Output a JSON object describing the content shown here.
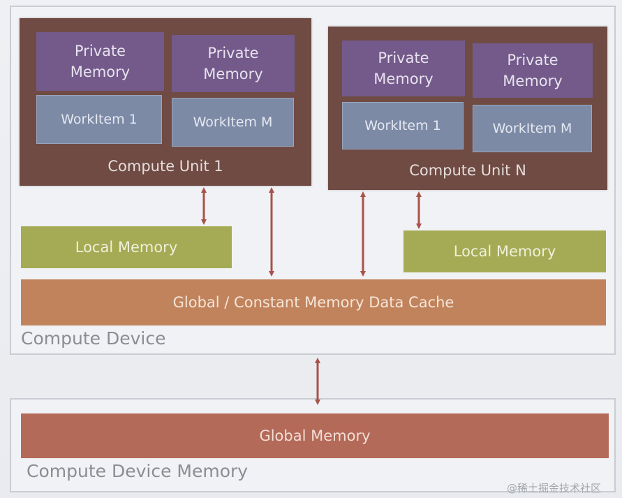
{
  "compute_units": [
    {
      "private_memory_1": "Private\nMemory",
      "private_memory_2": "Private\nMemory",
      "work_item_first": "WorkItem 1",
      "work_item_last": "WorkItem M",
      "label": "Compute Unit 1"
    },
    {
      "private_memory_1": "Private\nMemory",
      "private_memory_2": "Private\nMemory",
      "work_item_first": "WorkItem 1",
      "work_item_last": "WorkItem M",
      "label": "Compute Unit N"
    }
  ],
  "local_memory_label": "Local Memory",
  "cache_label": "Global / Constant Memory Data Cache",
  "compute_device_label": "Compute Device",
  "global_memory_label": "Global Memory",
  "compute_device_memory_label": "Compute Device Memory",
  "watermark": "@稀土掘金技术社区",
  "colors": {
    "compute_unit": "#6f4b44",
    "private_memory": "#735a8a",
    "work_item": "#7d8aa6",
    "local_memory": "#a5ab55",
    "cache": "#c1835c",
    "global_memory": "#b46a58",
    "arrow": "#a8524a"
  }
}
